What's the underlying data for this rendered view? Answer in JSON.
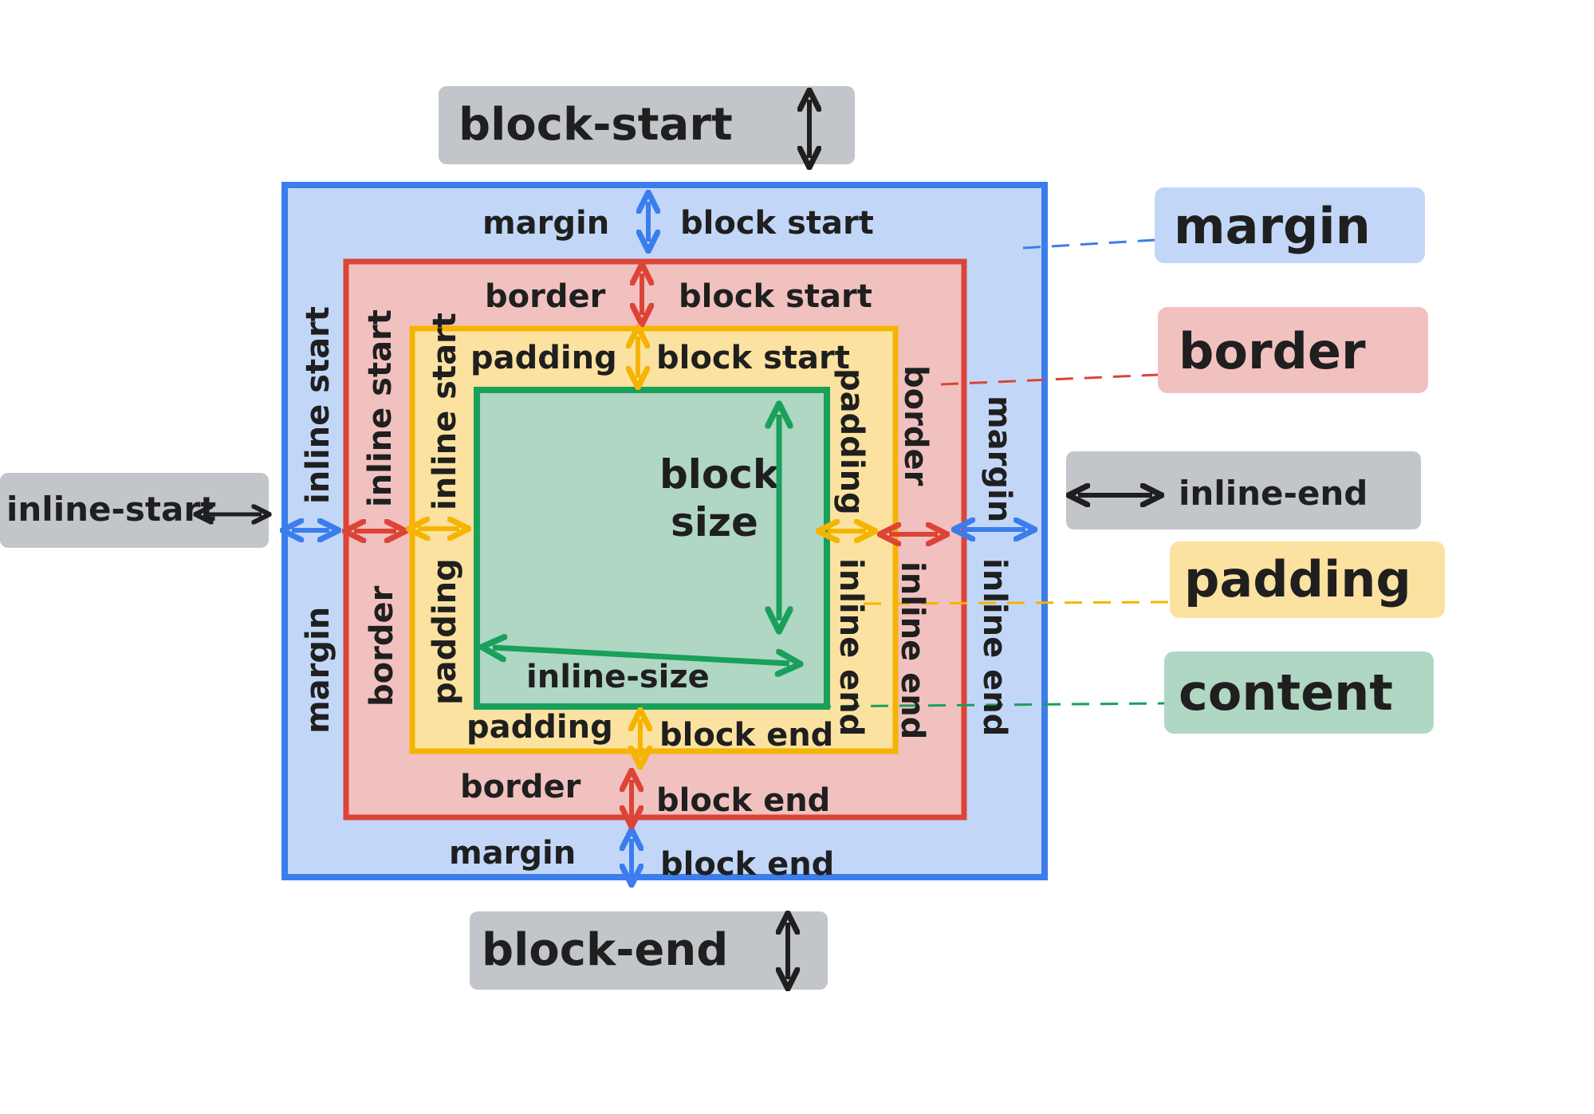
{
  "colors": {
    "margin_fill": "#c2d7f8",
    "margin_stroke": "#3b7ded",
    "border_fill": "#f1c1bf",
    "border_stroke": "#dc4437",
    "padding_fill": "#fce2a0",
    "padding_stroke": "#f5b400",
    "content_fill": "#b0d6c4",
    "content_stroke": "#19a05a",
    "tag_gray": "#c2c5c9",
    "ink": "#1f1f1f"
  },
  "directions": {
    "block_start": "block-start",
    "block_end": "block-end",
    "inline_start": "inline-start",
    "inline_end": "inline-end"
  },
  "legend": {
    "margin": "margin",
    "border": "border",
    "padding": "padding",
    "content": "content"
  },
  "margin": {
    "block_start": [
      "margin",
      "block start"
    ],
    "block_end": [
      "margin",
      "block end"
    ],
    "inline_start": [
      "inline start",
      "margin"
    ],
    "inline_end": [
      "margin",
      "inline end"
    ]
  },
  "border": {
    "block_start": [
      "border",
      "block start"
    ],
    "block_end": [
      "border",
      "block end"
    ],
    "inline_start": [
      "inline start",
      "border"
    ],
    "inline_end": [
      "border",
      "inline end"
    ]
  },
  "padding": {
    "block_start": [
      "padding",
      "block start"
    ],
    "block_end": [
      "padding",
      "block end"
    ],
    "inline_start": [
      "inline start",
      "padding"
    ],
    "inline_end": [
      "padding",
      "inline end"
    ]
  },
  "content": {
    "block_size": [
      "block",
      "size"
    ],
    "inline_size": "inline-size"
  }
}
